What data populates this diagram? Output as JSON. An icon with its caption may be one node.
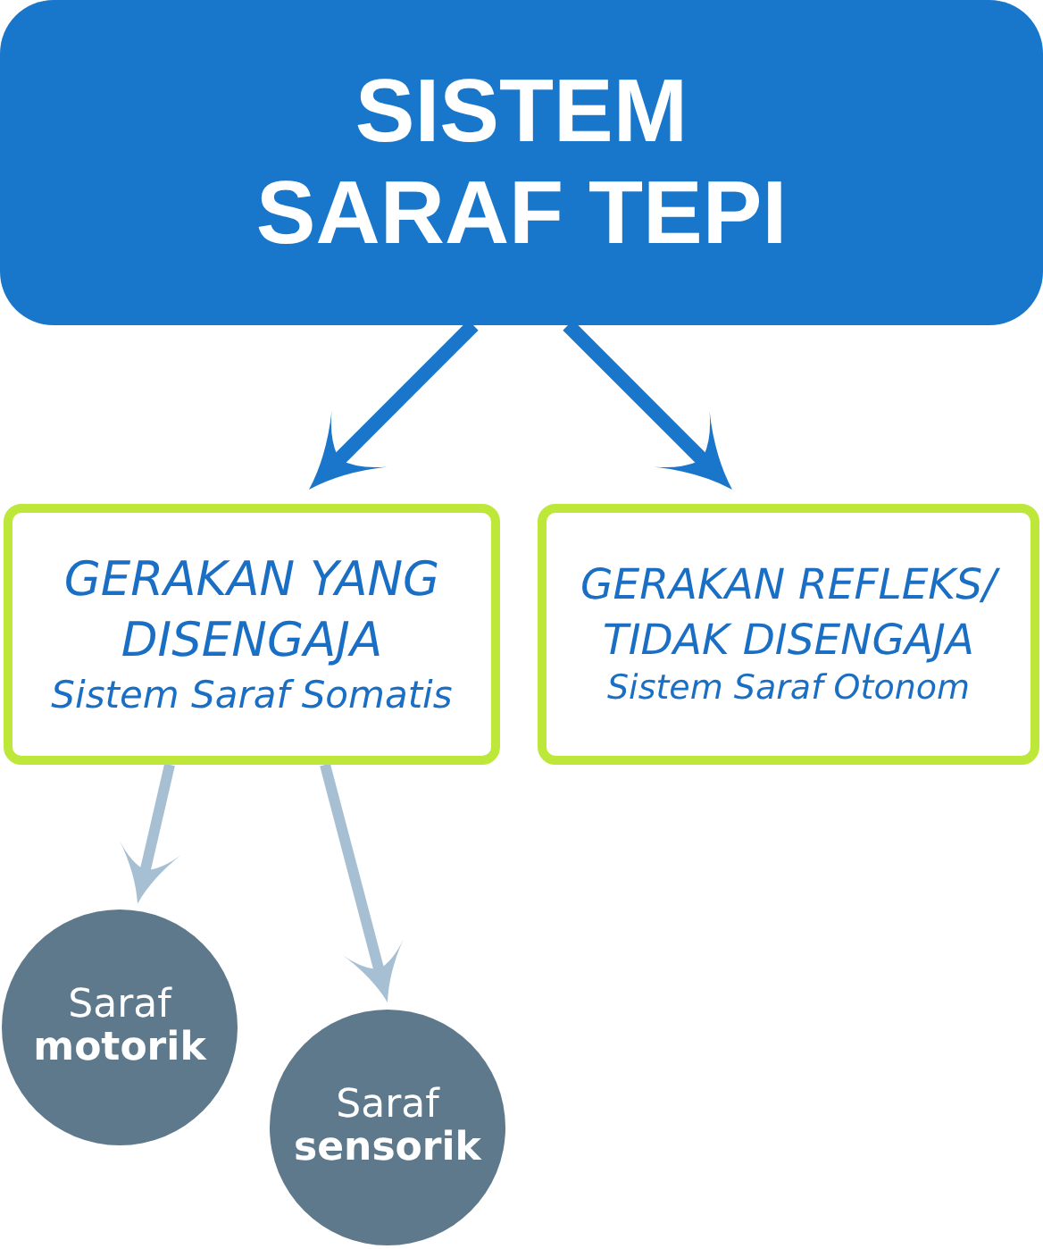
{
  "diagram": {
    "nodes": [
      {
        "text": [
          "SISTEM SARAF TEPI"
        ]
      },
      {
        "text": [
          "GERAKAN YANG DISENGAJA",
          "Sistem Saraf Somatis"
        ]
      },
      {
        "text": [
          "GERAKAN REFLEKS/ TIDAK DISENGAJA",
          "Sistem Saraf Otonom"
        ]
      },
      {
        "text": [
          "Saraf **motorik**"
        ]
      },
      {
        "text": [
          "Saraf **sensorik**"
        ]
      }
    ],
    "edges": [
      {
        "from": 0,
        "to": 1,
        "arrow": "to"
      },
      {
        "from": 0,
        "to": 2,
        "arrow": "to"
      },
      {
        "from": 1,
        "to": 3,
        "arrow": "to",
        "color": "#a7bfd3"
      },
      {
        "from": 1,
        "to": 4,
        "arrow": "to",
        "color": "#a7bfd3"
      }
    ]
  }
}
